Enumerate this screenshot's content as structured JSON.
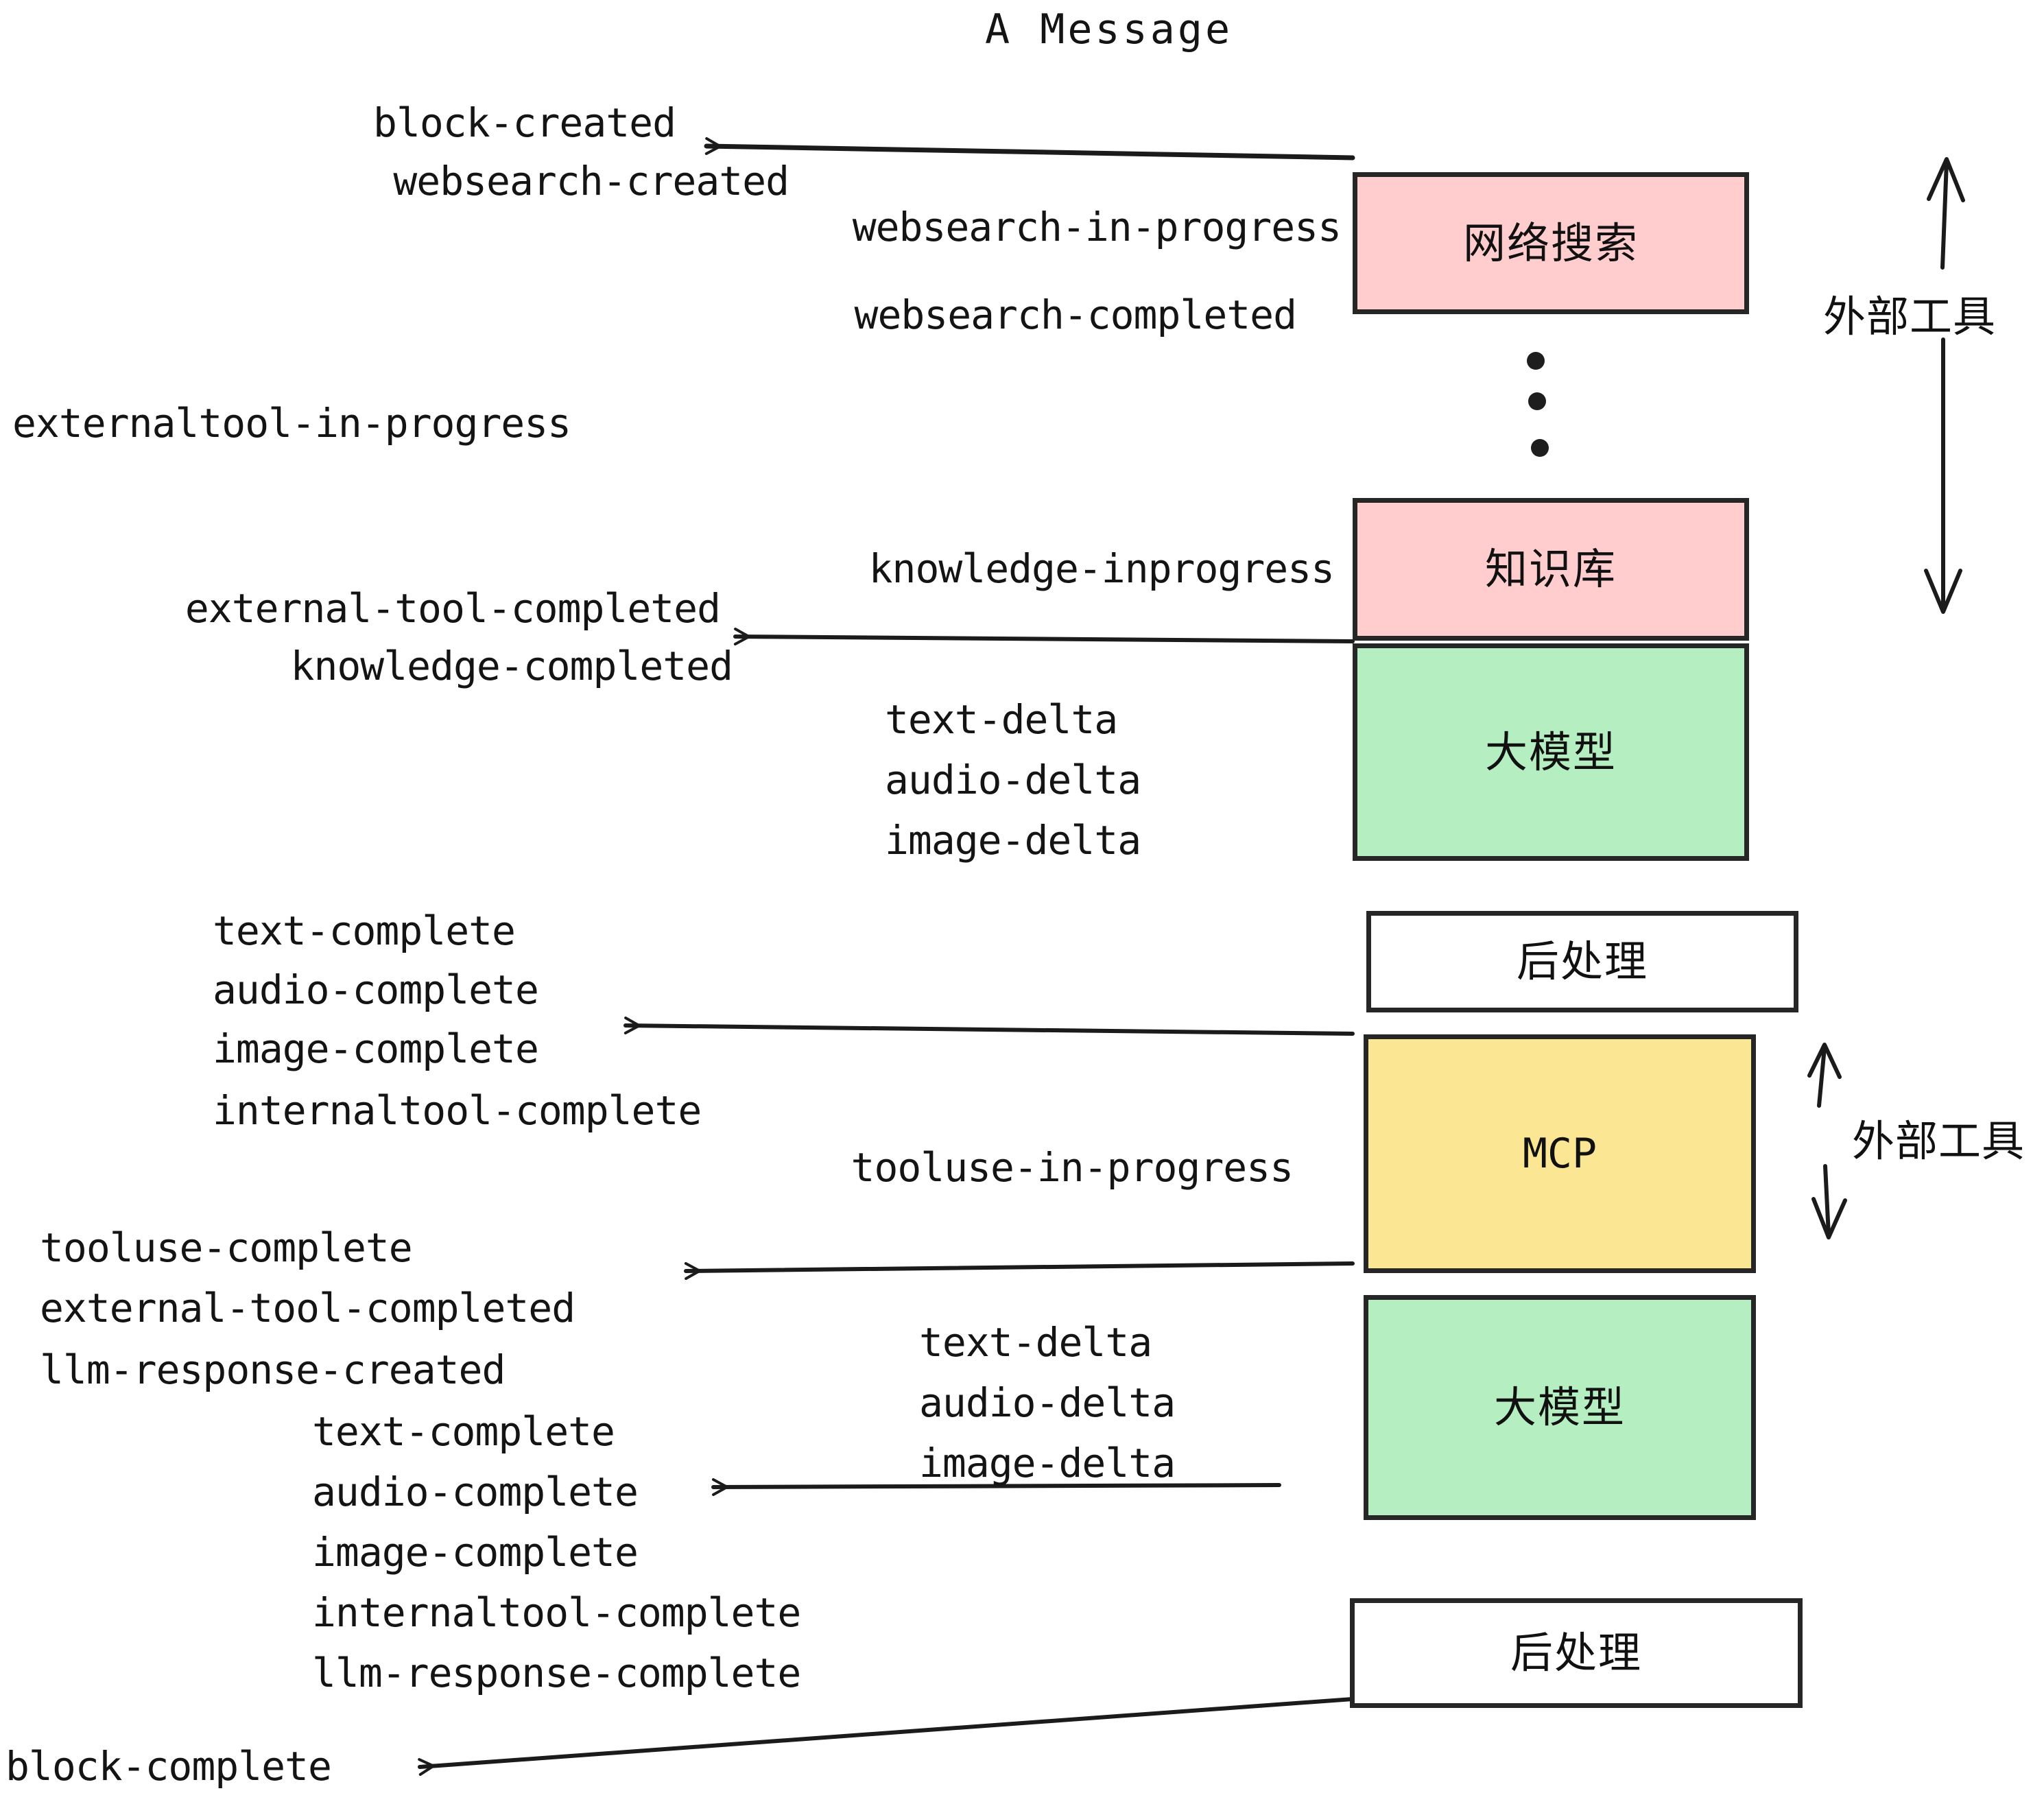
{
  "diagram": {
    "title": "A Message",
    "colors": {
      "pink": "#FFCDCE",
      "green": "#B5EFC1",
      "yellow": "#FBE693",
      "white": "#FFFFFF",
      "stroke": "#262626",
      "text": "#141414",
      "background": "#FFFFFF"
    },
    "nodes": [
      {
        "id": "websearch",
        "label": "网络搜索",
        "fill": "pink"
      },
      {
        "id": "knowledge",
        "label": "知识库",
        "fill": "pink"
      },
      {
        "id": "llm-top",
        "label": "大模型",
        "fill": "green"
      },
      {
        "id": "postprocess-top",
        "label": "后处理",
        "fill": "white"
      },
      {
        "id": "mcp",
        "label": "MCP",
        "fill": "yellow"
      },
      {
        "id": "llm-bottom",
        "label": "大模型",
        "fill": "green"
      },
      {
        "id": "postprocess-bottom",
        "label": "后处理",
        "fill": "white"
      }
    ],
    "side_brackets": [
      {
        "id": "external-tools-top",
        "label": "外部工具"
      },
      {
        "id": "external-tools-bottom",
        "label": "外部工具"
      }
    ],
    "ellipsis_dots": 3,
    "events": [
      {
        "id": "block-created",
        "text": "block-created",
        "align": "right"
      },
      {
        "id": "websearch-created",
        "text": "websearch-created",
        "align": "right"
      },
      {
        "id": "websearch-in-progress",
        "text": "websearch-in-progress",
        "align": "right"
      },
      {
        "id": "websearch-completed",
        "text": "websearch-completed",
        "align": "right"
      },
      {
        "id": "externaltool-in-progress",
        "text": "externaltool-in-progress",
        "align": "left"
      },
      {
        "id": "knowledge-inprogress",
        "text": "knowledge-inprogress",
        "align": "right"
      },
      {
        "id": "external-tool-completed-1",
        "text": "external-tool-completed",
        "align": "right"
      },
      {
        "id": "knowledge-completed",
        "text": "knowledge-completed",
        "align": "right"
      },
      {
        "id": "text-delta-1",
        "text": "text-delta",
        "align": "left"
      },
      {
        "id": "audio-delta-1",
        "text": "audio-delta",
        "align": "left"
      },
      {
        "id": "image-delta-1",
        "text": "image-delta",
        "align": "left"
      },
      {
        "id": "text-complete-1",
        "text": "text-complete",
        "align": "left"
      },
      {
        "id": "audio-complete-1",
        "text": "audio-complete",
        "align": "left"
      },
      {
        "id": "image-complete-1",
        "text": "image-complete",
        "align": "left"
      },
      {
        "id": "internaltool-complete-1",
        "text": "internaltool-complete",
        "align": "left"
      },
      {
        "id": "tooluse-in-progress",
        "text": "tooluse-in-progress",
        "align": "right"
      },
      {
        "id": "tooluse-complete",
        "text": "tooluse-complete",
        "align": "left"
      },
      {
        "id": "external-tool-completed-2",
        "text": "external-tool-completed",
        "align": "left"
      },
      {
        "id": "llm-response-created",
        "text": "llm-response-created",
        "align": "left"
      },
      {
        "id": "text-delta-2",
        "text": "text-delta",
        "align": "left"
      },
      {
        "id": "audio-delta-2",
        "text": "audio-delta",
        "align": "left"
      },
      {
        "id": "image-delta-2",
        "text": "image-delta",
        "align": "left"
      },
      {
        "id": "text-complete-2",
        "text": "text-complete",
        "align": "left"
      },
      {
        "id": "audio-complete-2",
        "text": "audio-complete",
        "align": "left"
      },
      {
        "id": "image-complete-2",
        "text": "image-complete",
        "align": "left"
      },
      {
        "id": "internaltool-complete-2",
        "text": "internaltool-complete",
        "align": "left"
      },
      {
        "id": "llm-response-complete",
        "text": "llm-response-complete",
        "align": "left"
      },
      {
        "id": "block-complete",
        "text": "block-complete",
        "align": "left"
      }
    ],
    "arrows": [
      {
        "id": "arrow-websearch-out",
        "from": "websearch",
        "to": "block-created",
        "direction": "left"
      },
      {
        "id": "arrow-knowledge-out",
        "from": "knowledge",
        "to": "knowledge-completed",
        "direction": "left"
      },
      {
        "id": "arrow-postprocess-out",
        "from": "postprocess-top",
        "to": "image-complete-1",
        "direction": "left"
      },
      {
        "id": "arrow-mcp-out",
        "from": "mcp",
        "to": "tooluse-complete",
        "direction": "left"
      },
      {
        "id": "arrow-llm-bottom-out",
        "from": "llm-bottom",
        "to": "audio-complete-2",
        "direction": "left"
      },
      {
        "id": "arrow-postprocess2-out",
        "from": "postprocess-bottom",
        "to": "block-complete",
        "direction": "left"
      }
    ]
  }
}
